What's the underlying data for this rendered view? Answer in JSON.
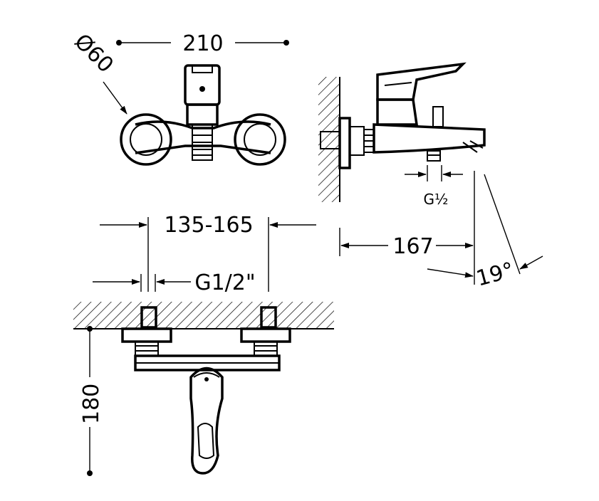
{
  "dimensions": {
    "width_total": "210",
    "diameter": "Ø60",
    "spacing": "135-165",
    "inlet_thread": "G1/2\"",
    "outlet_thread": "G½",
    "projection": "167",
    "angle": "19°",
    "height": "180"
  }
}
